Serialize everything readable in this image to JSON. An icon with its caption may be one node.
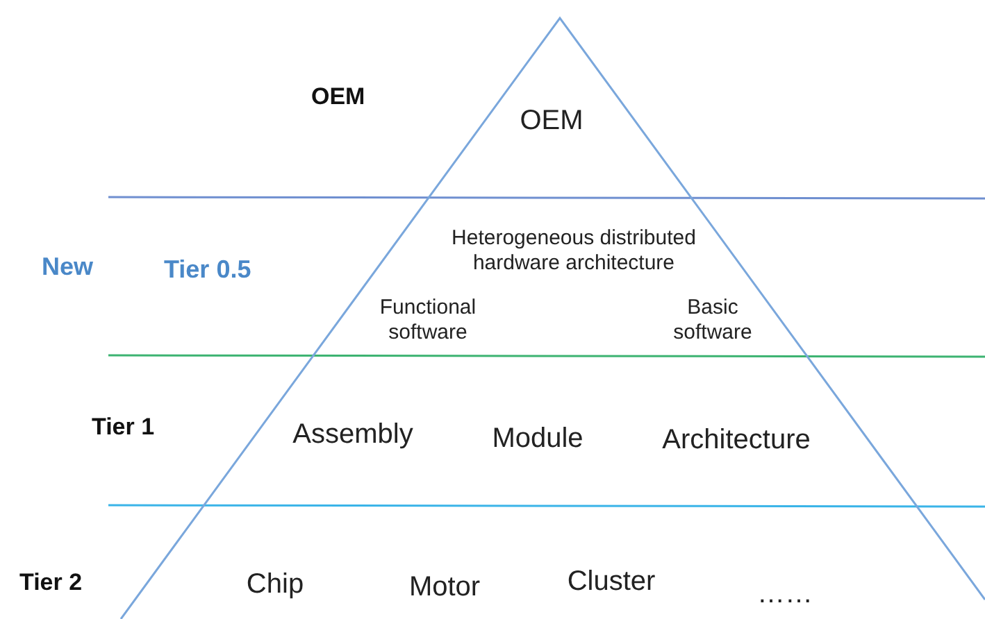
{
  "diagram": {
    "labels": [
      "OEM",
      "OEM",
      "New",
      "Tier 0.5",
      "Heterogeneous distributed hardware architecture",
      "Functional software",
      "Basic software",
      "Tier 1",
      "Assembly",
      "Module",
      "Architecture",
      "Tier 2",
      "Chip",
      "Motor",
      "Cluster",
      "……"
    ]
  }
}
